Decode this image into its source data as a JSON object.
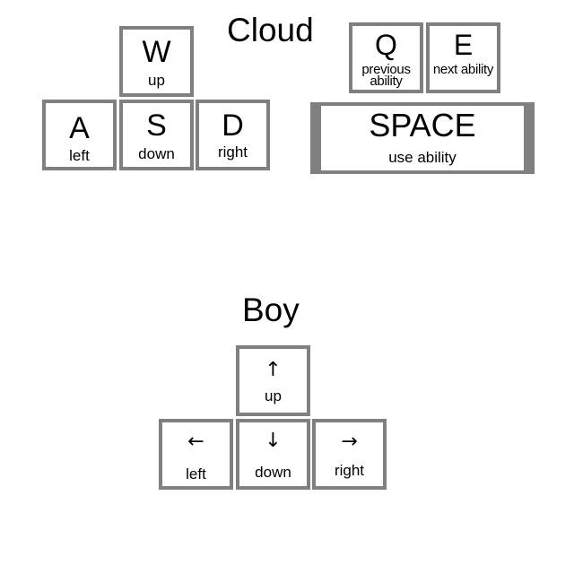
{
  "cloud": {
    "title": "Cloud",
    "keys": {
      "w": {
        "key": "W",
        "label": "up"
      },
      "a": {
        "key": "A",
        "label": "left"
      },
      "s": {
        "key": "S",
        "label": "down"
      },
      "d": {
        "key": "D",
        "label": "right"
      },
      "q": {
        "key": "Q",
        "label": "previous ability"
      },
      "e": {
        "key": "E",
        "label": "next ability"
      },
      "space": {
        "key": "SPACE",
        "label": "use ability"
      }
    }
  },
  "boy": {
    "title": "Boy",
    "keys": {
      "up": {
        "arrow": "↑",
        "label": "up",
        "icon": "arrow-up-icon"
      },
      "left": {
        "arrow": "←",
        "label": "left",
        "icon": "arrow-left-icon"
      },
      "down": {
        "arrow": "↓",
        "label": "down",
        "icon": "arrow-down-icon"
      },
      "right": {
        "arrow": "→",
        "label": "right",
        "icon": "arrow-right-icon"
      }
    }
  },
  "colors": {
    "key_border": "#808080",
    "background": "#ffffff",
    "text": "#000000"
  }
}
